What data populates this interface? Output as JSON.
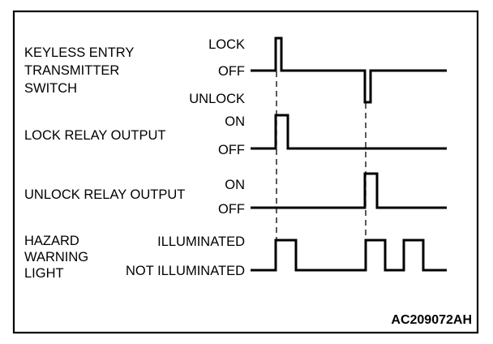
{
  "signals": {
    "keyless": {
      "title": [
        "KEYLESS ENTRY",
        "TRANSMITTER",
        "SWITCH"
      ],
      "states": [
        "LOCK",
        "OFF",
        "UNLOCK"
      ]
    },
    "lock_relay": {
      "title": "LOCK RELAY OUTPUT",
      "states": [
        "ON",
        "OFF"
      ]
    },
    "unlock_relay": {
      "title": "UNLOCK RELAY OUTPUT",
      "states": [
        "ON",
        "OFF"
      ]
    },
    "hazard": {
      "title": [
        "HAZARD",
        "WARNING",
        "LIGHT"
      ],
      "states": [
        "ILLUMINATED",
        "NOT ILLUMINATED"
      ]
    }
  },
  "figure_code": "AC209072AH"
}
